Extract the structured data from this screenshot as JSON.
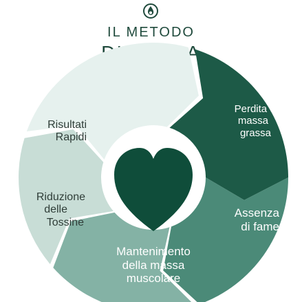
{
  "header": {
    "line1": "IL METODO",
    "line2": "DIMAGRA",
    "logo_icon": "leaf-drop-icon"
  },
  "center": {
    "icon": "heart-icon",
    "color": "#0f4d3a"
  },
  "segments": [
    {
      "id": "risultati-rapidi",
      "lines": [
        "Risultati",
        "Rapidi"
      ],
      "fill": "#e6f1ee",
      "text_color": "#2f3d38"
    },
    {
      "id": "perdita-di-massa-grassa",
      "lines": [
        "Perdita di",
        "massa",
        "grassa"
      ],
      "fill": "#1d5a47",
      "text_color": "#ffffff"
    },
    {
      "id": "assenza-di-fame",
      "lines": [
        "Assenza",
        "di fame"
      ],
      "fill": "#4b8a78",
      "text_color": "#ffffff"
    },
    {
      "id": "mantenimento-massa-muscolare",
      "lines": [
        "Mantenimento",
        "della massa",
        "muscolare"
      ],
      "fill": "#84b2a5",
      "text_color": "#ffffff"
    },
    {
      "id": "riduzione-delle-tossine",
      "lines": [
        "Riduzione",
        "delle",
        "Tossine"
      ],
      "fill": "#c8ddd6",
      "text_color": "#2f3d38"
    }
  ]
}
